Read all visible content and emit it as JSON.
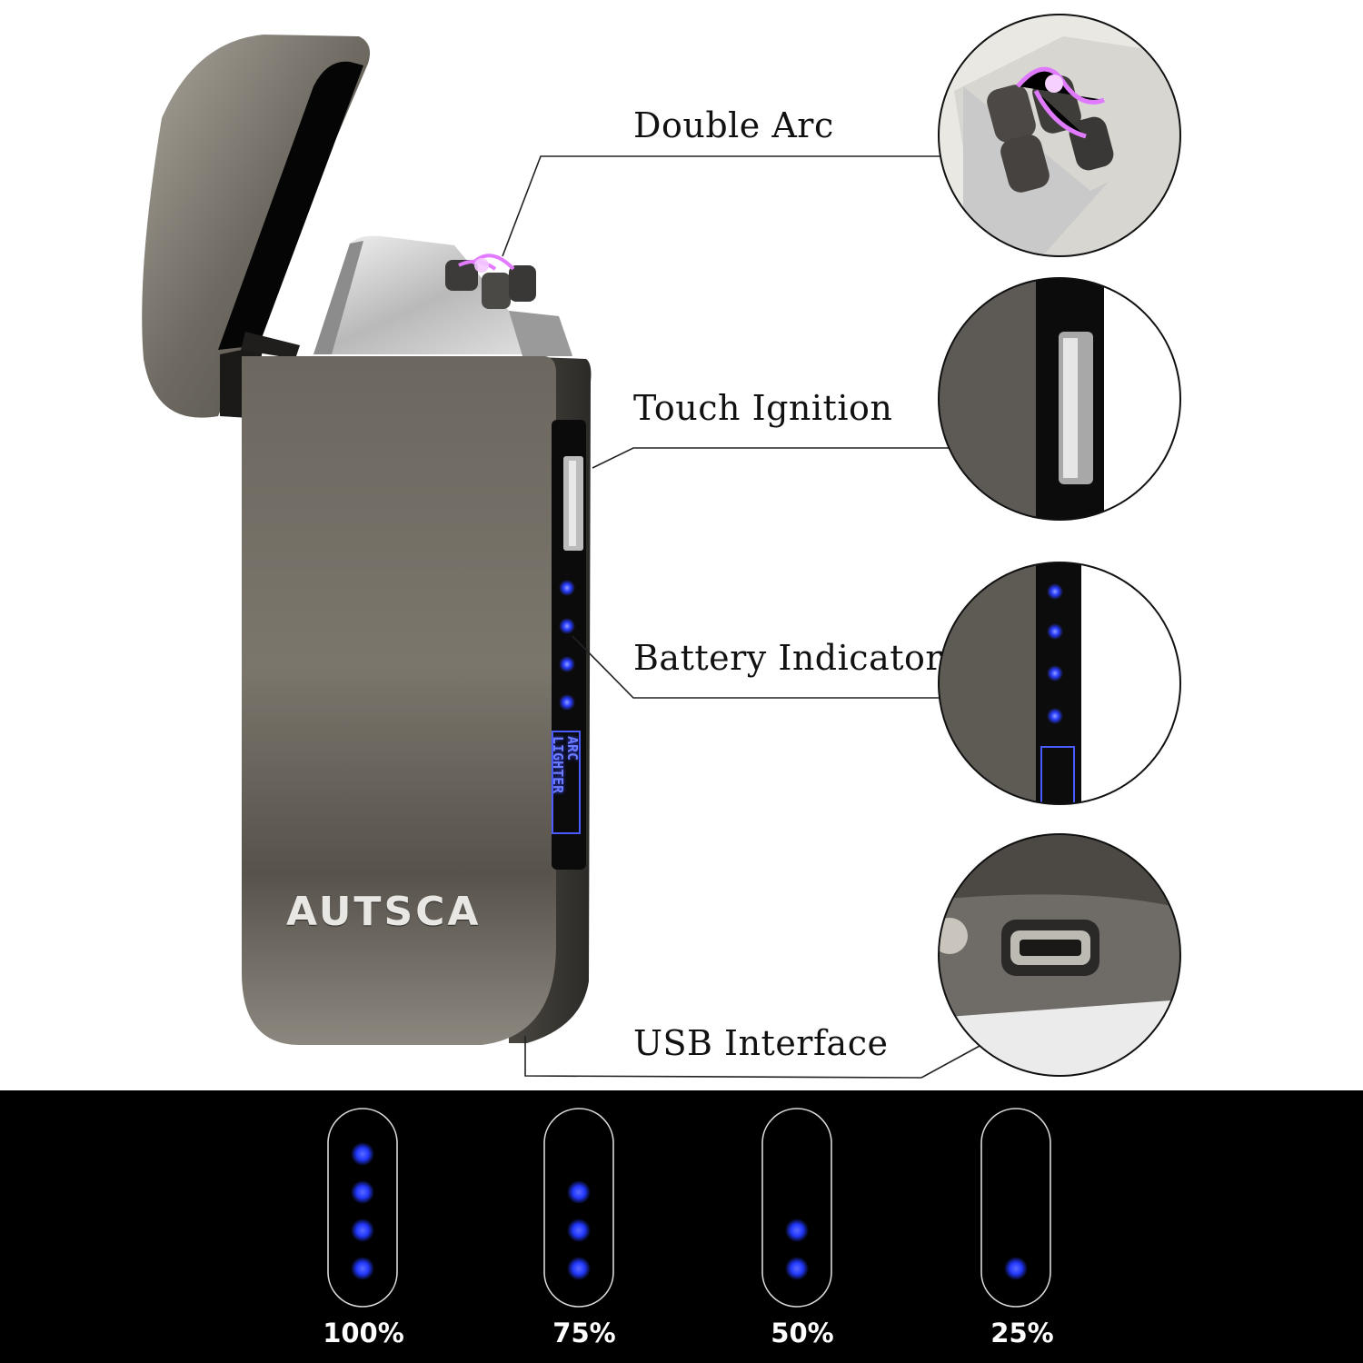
{
  "brand": "AUTSCA",
  "screen_text_line1": "ARC",
  "screen_text_line2": "LIGHTER",
  "features": [
    {
      "label": "Double Arc",
      "icon": "double-arc-closeup"
    },
    {
      "label": "Touch Ignition",
      "icon": "touch-sensor-closeup"
    },
    {
      "label": "Battery Indicator",
      "icon": "battery-led-closeup"
    },
    {
      "label": "USB Interface",
      "icon": "usb-port-closeup"
    }
  ],
  "battery_levels": [
    {
      "label": "100%",
      "fraction": 1.0
    },
    {
      "label": "75%",
      "fraction": 0.75
    },
    {
      "label": "50%",
      "fraction": 0.5
    },
    {
      "label": "25%",
      "fraction": 0.25
    }
  ],
  "colors": {
    "led_blue": "#2a3dff",
    "body_metal": "#6f6a62",
    "background": "#ffffff",
    "band": "#000000"
  }
}
